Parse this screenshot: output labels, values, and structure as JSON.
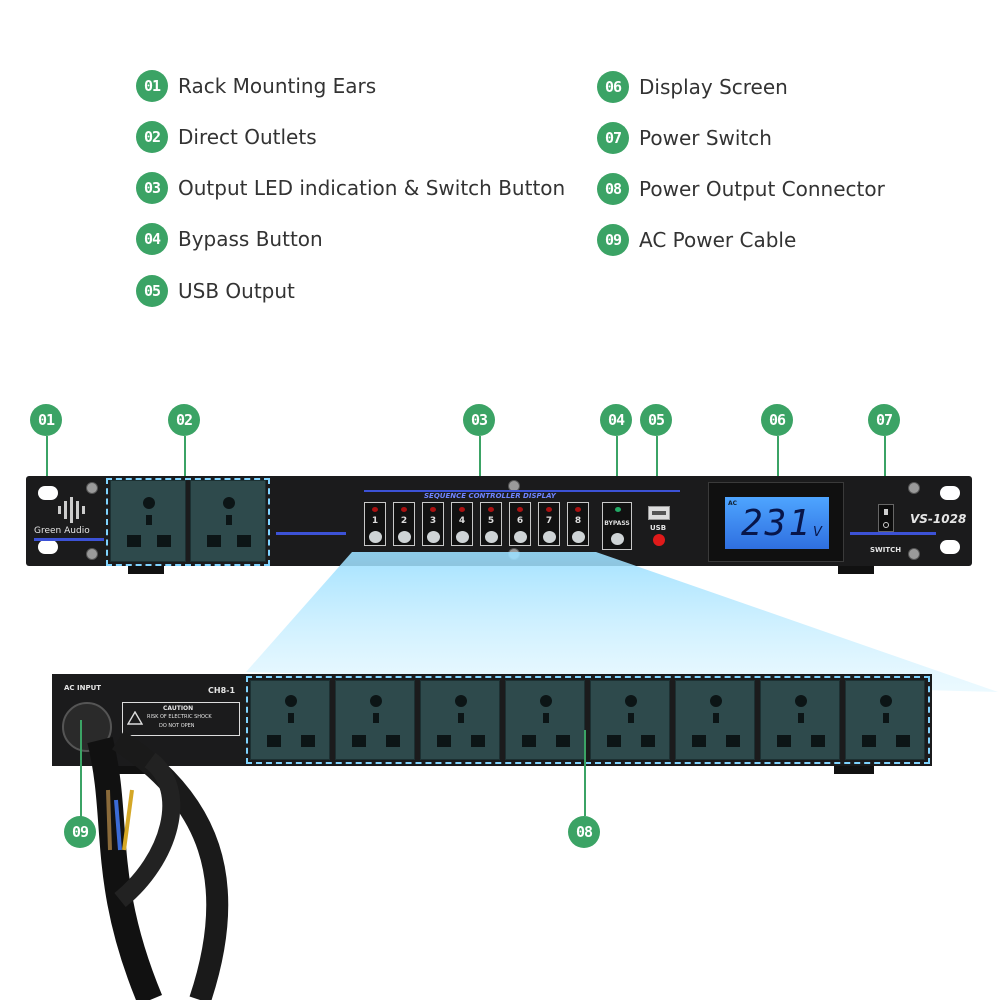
{
  "legend": [
    {
      "num": "01",
      "label": "Rack Mounting Ears"
    },
    {
      "num": "02",
      "label": "Direct Outlets"
    },
    {
      "num": "03",
      "label": "Output LED indication & Switch Button"
    },
    {
      "num": "04",
      "label": "Bypass Button"
    },
    {
      "num": "05",
      "label": "USB Output"
    },
    {
      "num": "06",
      "label": "Display Screen"
    },
    {
      "num": "07",
      "label": "Power Switch"
    },
    {
      "num": "08",
      "label": "Power Output Connector"
    },
    {
      "num": "09",
      "label": "AC Power Cable"
    }
  ],
  "front_panel": {
    "brand": "Green Audio",
    "sequence_display_label": "SEQUENCE CONTROLLER DISPLAY",
    "channels": [
      "1",
      "2",
      "3",
      "4",
      "5",
      "6",
      "7",
      "8"
    ],
    "bypass_label": "BYPASS",
    "usb_label": "USB",
    "lcd_ac_label": "AC",
    "lcd_value": "231",
    "lcd_unit": "V",
    "model": "VS-1028",
    "switch_label": "SWITCH"
  },
  "rear_panel": {
    "ac_input_label": "AC INPUT",
    "channel_range_label": "CH8-1",
    "caution_title": "CAUTION",
    "caution_line1": "RISK OF ELECTRIC SHOCK",
    "caution_line2": "DO NOT OPEN"
  },
  "colors": {
    "badge_green": "#3ba365",
    "panel_black": "#1b1b1c",
    "accent_blue": "#3c52d6",
    "lcd_blue": "#3a86f0",
    "outlet_teal": "#2e4a4c"
  }
}
